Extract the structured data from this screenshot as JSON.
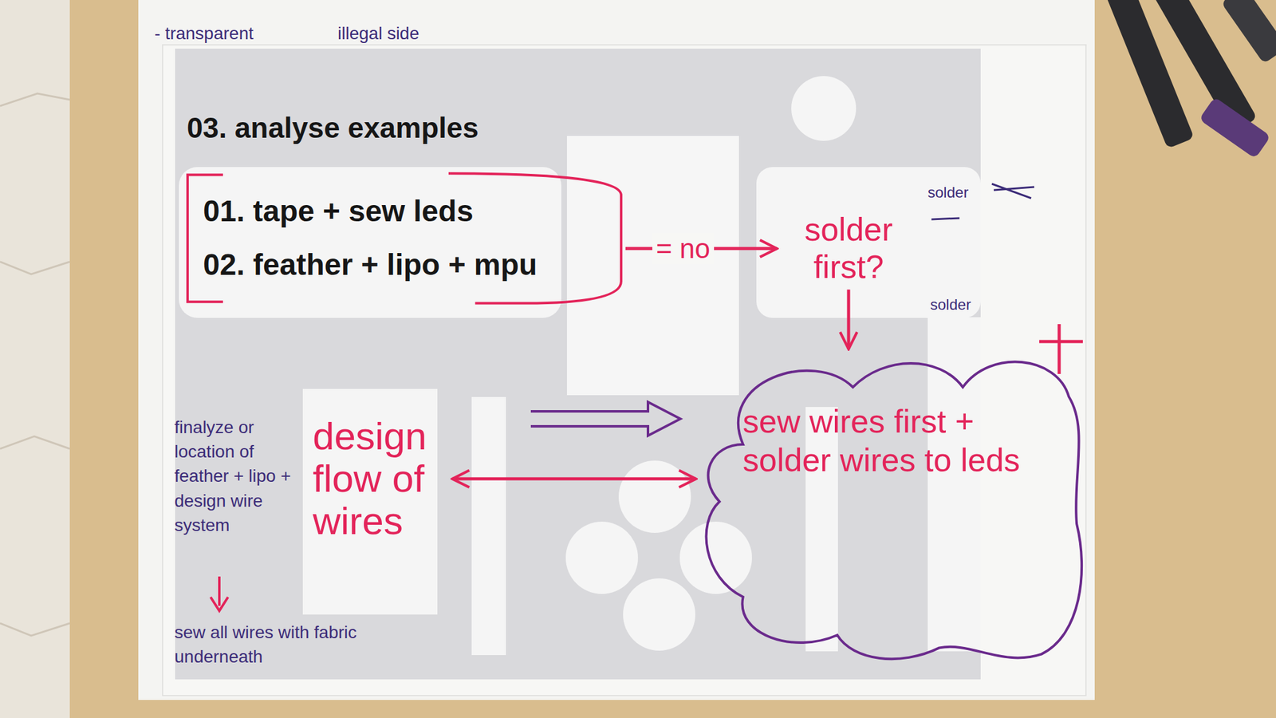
{
  "diagram": {
    "title": "03. analyse examples",
    "nodes": [
      {
        "text": [
          "01. tape + sew leds",
          "02. feather + lipo + mpu"
        ]
      },
      {
        "text": [
          "solder first?"
        ]
      },
      {
        "text": [
          "sew wires first + solder wires to leds"
        ]
      },
      {
        "text": [
          "design flow of wires"
        ]
      }
    ],
    "edges": [
      {
        "from": 0,
        "to": 1,
        "label": "= no",
        "arrow": "to"
      },
      {
        "from": 1,
        "to": 2,
        "arrow": "to"
      },
      {
        "from": 3,
        "to": 2,
        "arrow": "both"
      }
    ],
    "labels": [
      "- transparent",
      "illegal side",
      "solder",
      "solder",
      "finalyze or location of feather + lipo + design wire system",
      "sew all wires with fabric underneath"
    ]
  }
}
